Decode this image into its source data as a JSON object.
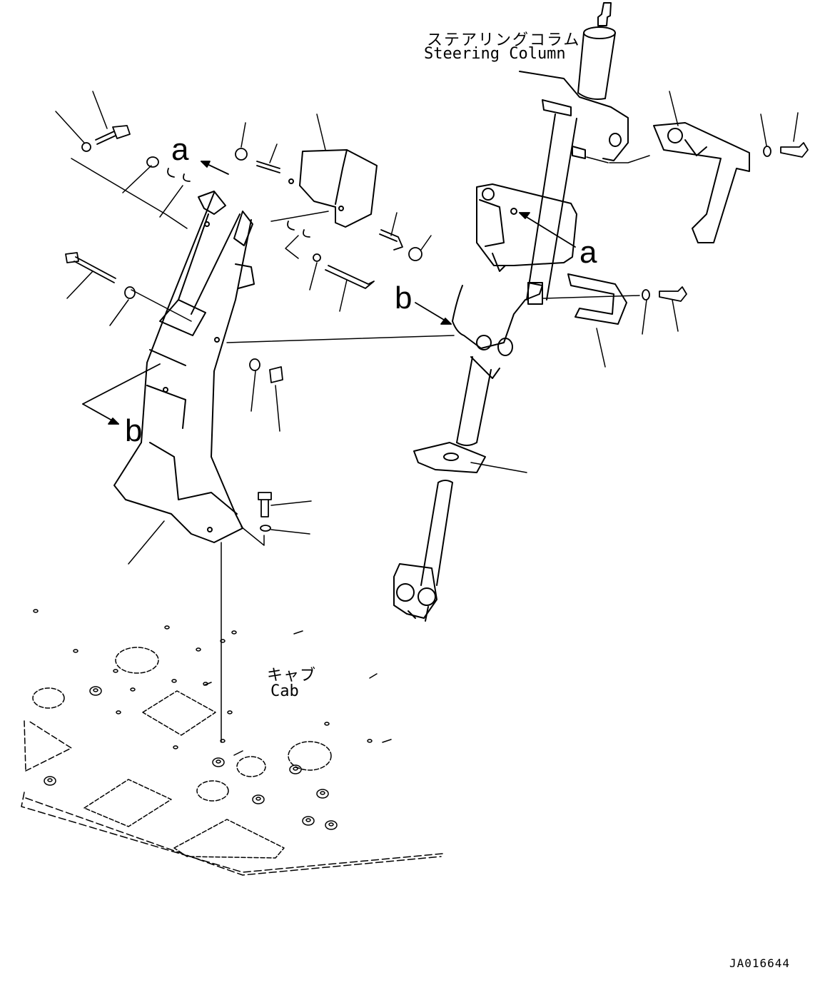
{
  "labels": {
    "steering_column_jp": "ステアリングコラム",
    "steering_column_en": "Steering Column",
    "cab_jp": "キャブ",
    "cab_en": "Cab",
    "ref_a": "a",
    "ref_b": "b",
    "drawing_id": "JA016644"
  }
}
